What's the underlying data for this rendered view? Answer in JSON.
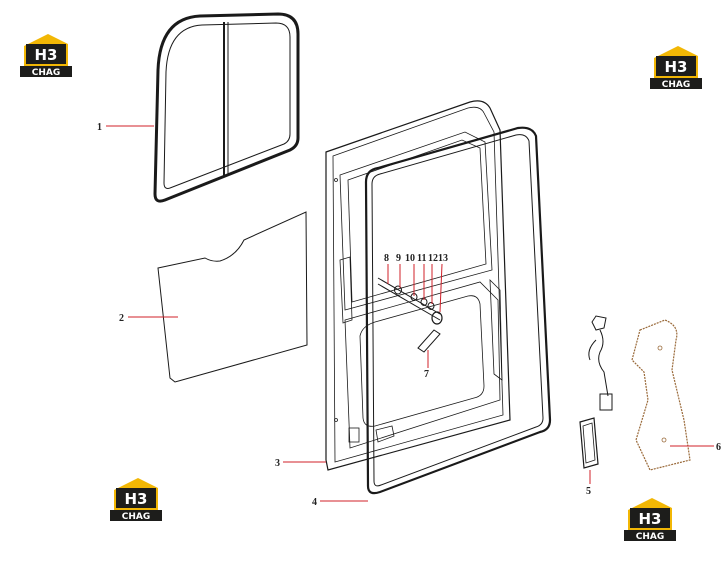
{
  "colors": {
    "logo_gold": "#f2b705",
    "logo_dark": "#1d1d1b",
    "leader_red": "#d0202a",
    "part_stroke": "#1a1a1a"
  },
  "logo": {
    "mark": "H3",
    "text": "CHAG"
  },
  "callouts": {
    "c1": "1",
    "c2": "2",
    "c3": "3",
    "c4": "4",
    "c5": "5",
    "c6": "6",
    "c7": "7",
    "c8": "8",
    "c9": "9",
    "c10": "10",
    "c11": "11",
    "c12": "12",
    "c13": "13"
  }
}
